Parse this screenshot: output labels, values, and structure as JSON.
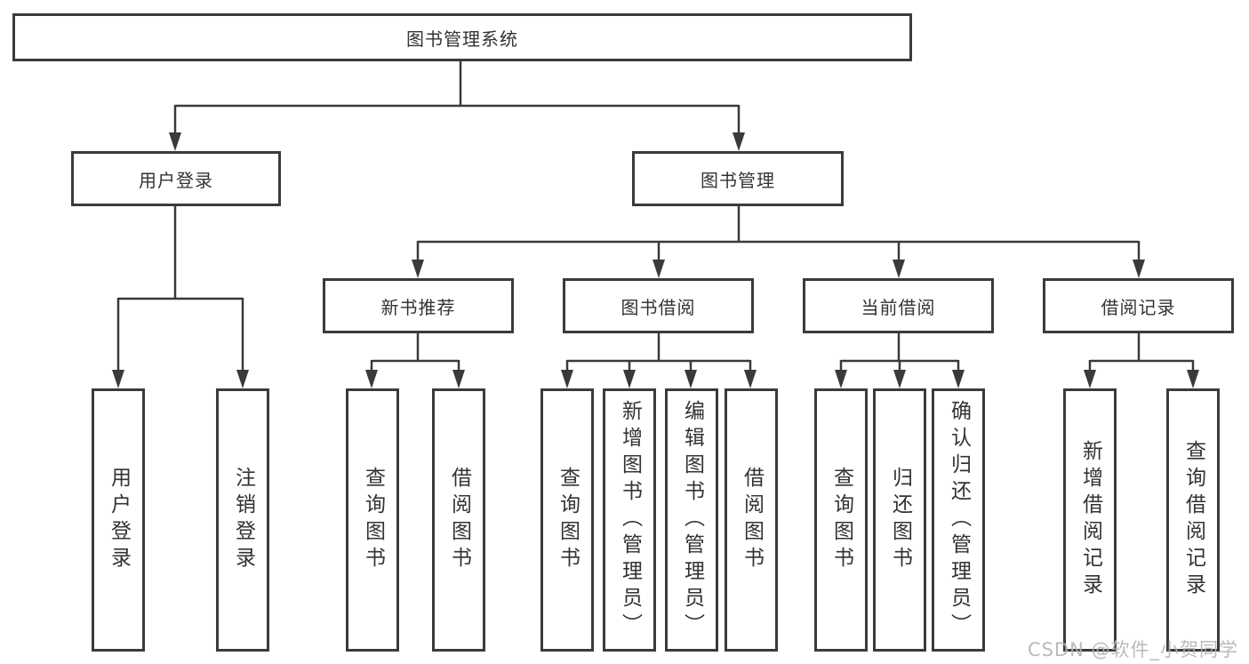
{
  "diagram_title": "图书管理系统",
  "tree": {
    "label": "图书管理系统",
    "children": [
      {
        "label": "用户登录",
        "children": [
          {
            "label": "用户登录"
          },
          {
            "label": "注销登录"
          }
        ]
      },
      {
        "label": "图书管理",
        "children": [
          {
            "label": "新书推荐",
            "children": [
              {
                "label": "查询图书"
              },
              {
                "label": "借阅图书"
              }
            ]
          },
          {
            "label": "图书借阅",
            "children": [
              {
                "label": "查询图书"
              },
              {
                "label": "新增图书（管理员）"
              },
              {
                "label": "编辑图书（管理员）"
              },
              {
                "label": "借阅图书"
              }
            ]
          },
          {
            "label": "当前借阅",
            "children": [
              {
                "label": "查询图书"
              },
              {
                "label": "归还图书"
              },
              {
                "label": "确认归还（管理员）"
              }
            ]
          },
          {
            "label": "借阅记录",
            "children": [
              {
                "label": "新增借阅记录"
              },
              {
                "label": "查询借阅记录"
              }
            ]
          }
        ]
      }
    ]
  },
  "watermark": "CSDN @软件_小贺同学",
  "colors": {
    "line": "#3a3a3a",
    "border": "#3b3b3b",
    "text": "#333333",
    "watermark": "#b3b3b3",
    "background": "#ffffff"
  }
}
